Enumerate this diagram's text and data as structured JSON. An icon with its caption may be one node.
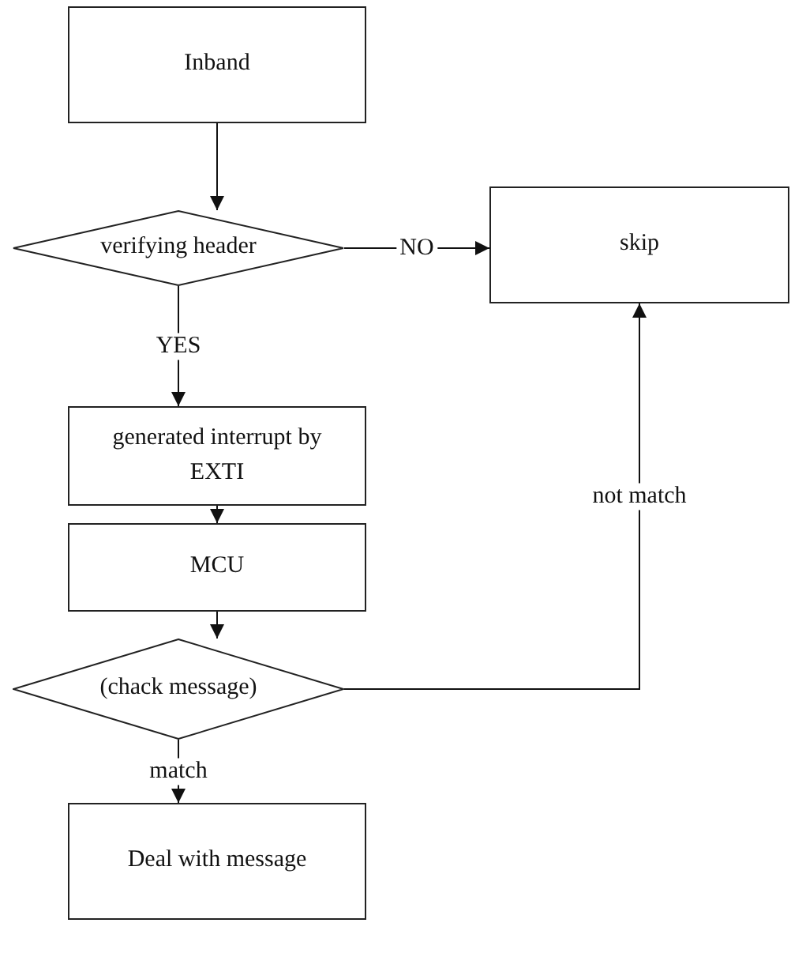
{
  "diagram": {
    "nodes": [
      {
        "text": [
          "Inband"
        ]
      },
      {
        "text": [
          "verifying header"
        ]
      },
      {
        "text": [
          "skip"
        ]
      },
      {
        "text": [
          "generated interrupt by EXTI"
        ]
      },
      {
        "text": [
          "MCU"
        ]
      },
      {
        "text": [
          "(chack message)"
        ]
      },
      {
        "text": [
          "Deal with message"
        ]
      }
    ],
    "edges": [
      {
        "from": 0,
        "to": 1,
        "arrow": "to"
      },
      {
        "from": 1,
        "to": 2,
        "arrow": "to",
        "label": "NO"
      },
      {
        "from": 1,
        "to": 3,
        "arrow": "to",
        "label": "YES"
      },
      {
        "from": 3,
        "to": 4,
        "arrow": "to"
      },
      {
        "from": 4,
        "to": 5,
        "arrow": "to"
      },
      {
        "from": 5,
        "to": 2,
        "arrow": "to",
        "label": "not match"
      },
      {
        "from": 5,
        "to": 6,
        "arrow": "to",
        "label": "match"
      }
    ]
  }
}
